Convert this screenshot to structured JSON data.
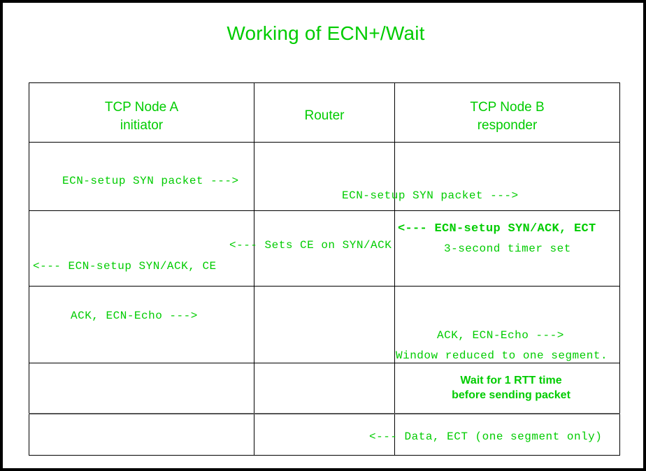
{
  "slide": {
    "title": "Working of ECN+/Wait",
    "title_color": "#00cc00",
    "background_color": "#ffffff",
    "border_color": "#000000"
  },
  "table": {
    "columns": [
      {
        "id": "node-a",
        "title": "TCP Node A",
        "subtitle": "initiator"
      },
      {
        "id": "router",
        "title": "Router",
        "subtitle": ""
      },
      {
        "id": "node-b",
        "title": "TCP Node B",
        "subtitle": "responder"
      }
    ],
    "rows": [
      {
        "id": "row-syn",
        "messages": [
          {
            "id": "a-syn",
            "text": "ECN-setup SYN packet --->",
            "style": "mono"
          },
          {
            "id": "b-syn",
            "text": "ECN-setup SYN packet --->",
            "style": "mono"
          }
        ]
      },
      {
        "id": "row-synack",
        "messages": [
          {
            "id": "a-synack-ce",
            "text": "<--- ECN-setup SYN/ACK, CE",
            "style": "mono"
          },
          {
            "id": "r-sets-ce",
            "text": "<--- Sets CE on SYN/ACK",
            "style": "mono"
          },
          {
            "id": "b-synack-ect",
            "text": "<--- ECN-setup SYN/ACK, ECT",
            "style": "mono-bold"
          },
          {
            "id": "b-timer",
            "text": "3-second timer set",
            "style": "mono"
          }
        ]
      },
      {
        "id": "row-ack-echo",
        "messages": [
          {
            "id": "a-ack-echo",
            "text": "ACK, ECN-Echo --->",
            "style": "mono"
          },
          {
            "id": "b-ack-echo",
            "text": "ACK, ECN-Echo --->",
            "style": "mono"
          },
          {
            "id": "b-window",
            "text": "Window reduced to one segment.",
            "style": "mono"
          }
        ]
      },
      {
        "id": "row-wait",
        "messages": [
          {
            "id": "b-wait-line1",
            "text": "Wait for 1 RTT time",
            "style": "sans-bold"
          },
          {
            "id": "b-wait-line2",
            "text": "before sending packet",
            "style": "sans-bold"
          }
        ]
      },
      {
        "id": "row-data",
        "messages": [
          {
            "id": "b-data",
            "text": "<--- Data, ECT (one segment only)",
            "style": "mono"
          }
        ]
      }
    ]
  }
}
